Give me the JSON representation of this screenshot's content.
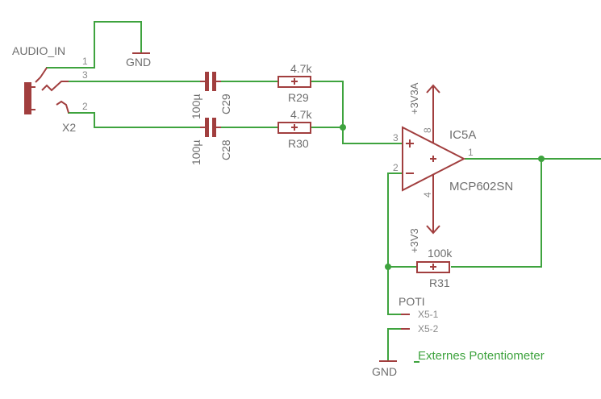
{
  "labels": {
    "audio_in": "AUDIO_IN",
    "x2": "X2",
    "gnd_top": "GND",
    "gnd_bottom": "GND",
    "jack_pin1": "1",
    "jack_pin2": "2",
    "jack_pin3": "3",
    "c29_value": "100µ",
    "c29_name": "C29",
    "c28_value": "100µ",
    "c28_name": "C28",
    "r29_value": "4.7k",
    "r29_name": "R29",
    "r30_value": "4.7k",
    "r30_name": "R30",
    "r31_value": "100k",
    "r31_name": "R31",
    "ic_name": "IC5A",
    "ic_part": "MCP602SN",
    "opamp_pin_plus": "3",
    "opamp_pin_minus": "2",
    "opamp_pin_out": "1",
    "opamp_pin_vdd": "8",
    "opamp_pin_vss": "4",
    "supply_top": "+3V3A",
    "supply_bottom": "+3V3",
    "poti": "POTI",
    "x5_1": "X5-1",
    "x5_2": "X5-2",
    "note": "Externes Potentiometer"
  },
  "colors": {
    "wire": "#3ea33e",
    "part": "#a13e3e",
    "text": "#6e6e6e"
  }
}
